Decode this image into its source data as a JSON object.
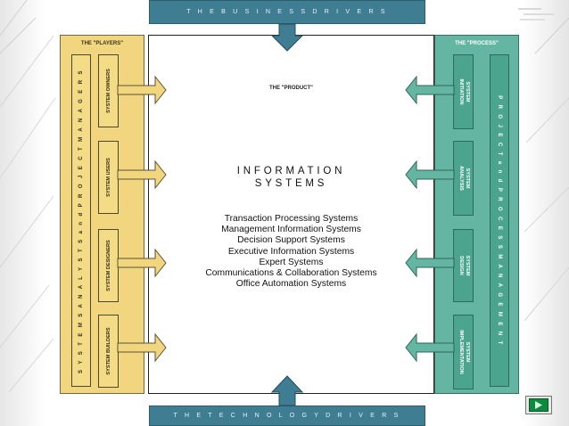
{
  "business_drivers": "T H E   B U S I N E S S   D R I V E R S",
  "technology_drivers": "T H E   T E C H N O L O G Y   D R I V E R S",
  "players": {
    "title": "THE \"PLAYERS\"",
    "column": "S Y S T E M S   A N A L Y S T S   a n d   P R O J E C T   M A N A G E R S",
    "roles": [
      "SYSTEM OWNERS",
      "SYSTEM USERS",
      "SYSTEM DESIGNERS",
      "SYSTEM BUILDERS"
    ]
  },
  "process": {
    "title": "THE \"PROCESS\"",
    "column": "P R O J E C T   a n d   P R O C E S S   M A N A G E M E N T",
    "phases": [
      {
        "line1": "SYSTEM",
        "line2": "INITIATION"
      },
      {
        "line1": "SYSTEM",
        "line2": "ANALYSIS"
      },
      {
        "line1": "SYSTEM",
        "line2": "DESIGN"
      },
      {
        "line1": "SYSTEM",
        "line2": "IMPLEMENTATION"
      }
    ]
  },
  "product": {
    "label": "THE \"PRODUCT\"",
    "title_line1": "INFORMATION",
    "title_line2": "SYSTEMS",
    "systems": [
      "Transaction Processing Systems",
      "Management Information Systems",
      "Decision Support Systems",
      "Executive Information Systems",
      "Expert Systems",
      "Communications & Collaboration Systems",
      "Office Automation Systems"
    ]
  },
  "colors": {
    "drivers": "#3f7d93",
    "players": "#f1d67f",
    "process": "#64b6a2",
    "nav_button": "#0e8a3e"
  },
  "icons": {
    "nav": "play-arrow-icon"
  }
}
